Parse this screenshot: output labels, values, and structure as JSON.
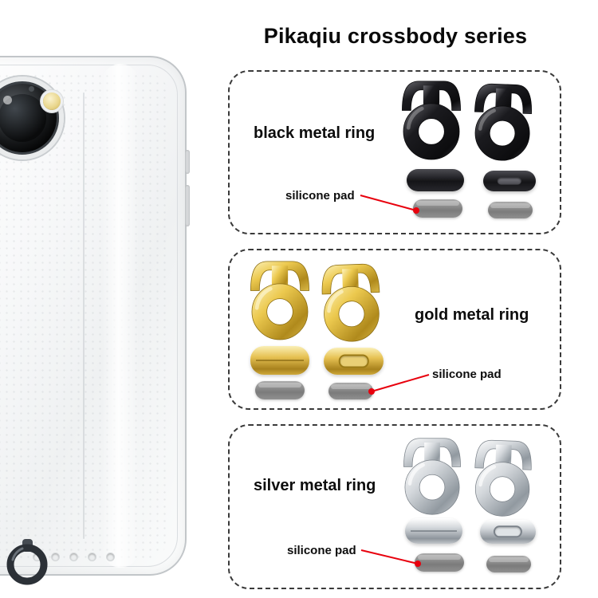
{
  "title": "Pikaqiu crossbody series",
  "sections": [
    {
      "id": "black",
      "label": "black metal ring",
      "pad_label": "silicone pad",
      "metal_color": "#1a1a1d"
    },
    {
      "id": "gold",
      "label": "gold metal ring",
      "pad_label": "silicone pad",
      "metal_color": "#d4af37"
    },
    {
      "id": "silver",
      "label": "silver metal ring",
      "pad_label": "silicone pad",
      "metal_color": "#c6cacf"
    }
  ],
  "colors": {
    "callout_red": "#e8000d",
    "dashed_border": "#3a3a3a",
    "silicone_gray": "#8a8a8a",
    "background": "#ffffff"
  }
}
